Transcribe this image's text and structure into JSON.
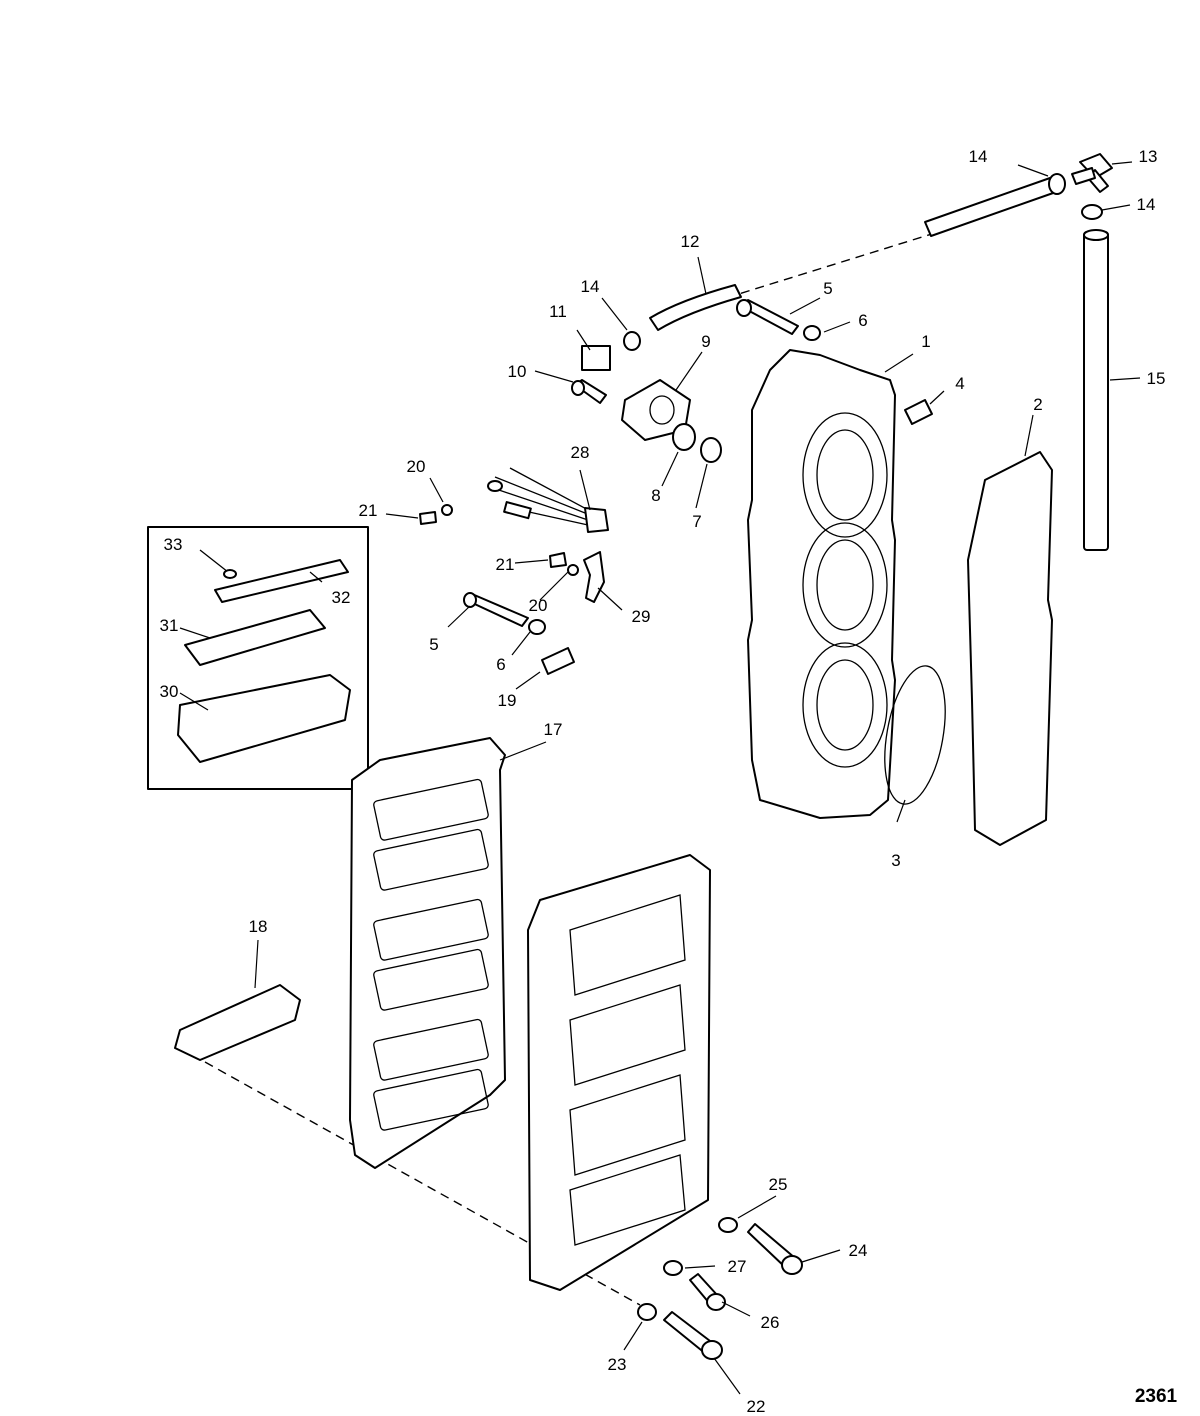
{
  "figure_number": "2361",
  "callouts": {
    "c1": "1",
    "c2": "2",
    "c3": "3",
    "c4": "4",
    "c5a": "5",
    "c5b": "5",
    "c6a": "6",
    "c6b": "6",
    "c7": "7",
    "c8": "8",
    "c9": "9",
    "c10": "10",
    "c11": "11",
    "c12": "12",
    "c13": "13",
    "c14a": "14",
    "c14b": "14",
    "c14c": "14",
    "c15": "15",
    "c17": "17",
    "c18": "18",
    "c19": "19",
    "c20a": "20",
    "c20b": "20",
    "c21a": "21",
    "c21b": "21",
    "c22": "22",
    "c23": "23",
    "c24": "24",
    "c25": "25",
    "c26": "26",
    "c27": "27",
    "c28": "28",
    "c29": "29",
    "c30": "30",
    "c31": "31",
    "c32": "32",
    "c33": "33"
  }
}
